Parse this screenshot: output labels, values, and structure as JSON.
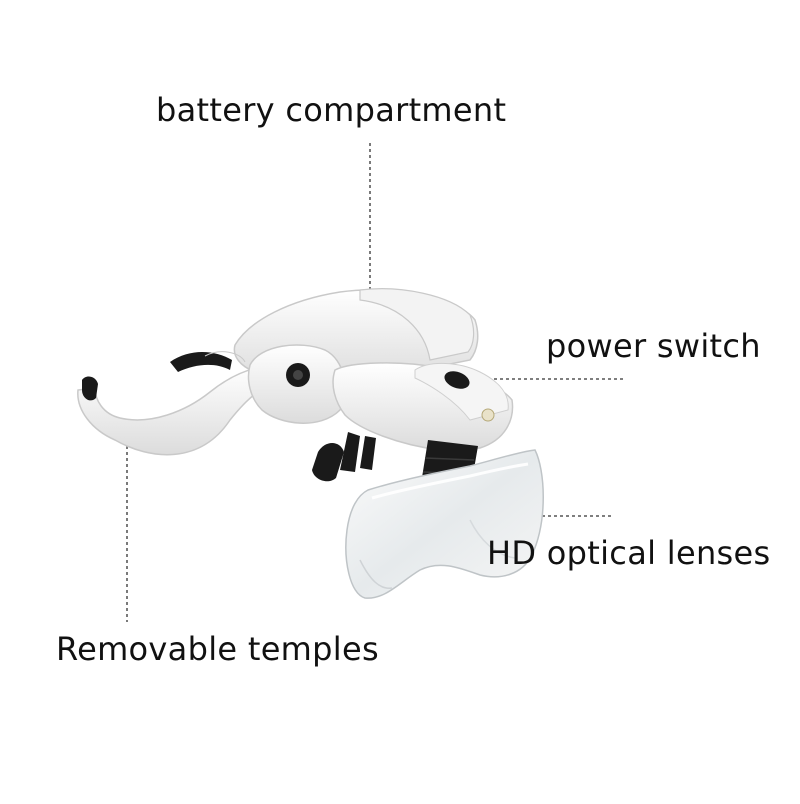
{
  "labels": {
    "battery": "battery compartment",
    "power": "power switch",
    "lenses": "HD optical lenses",
    "temples": "Removable temples"
  },
  "colors": {
    "background": "#ffffff",
    "body": "#f7f7f7",
    "outline": "#c9c9c9",
    "dark": "#1a1a1a",
    "leader": "#333333",
    "lens": "#eef1f3"
  }
}
